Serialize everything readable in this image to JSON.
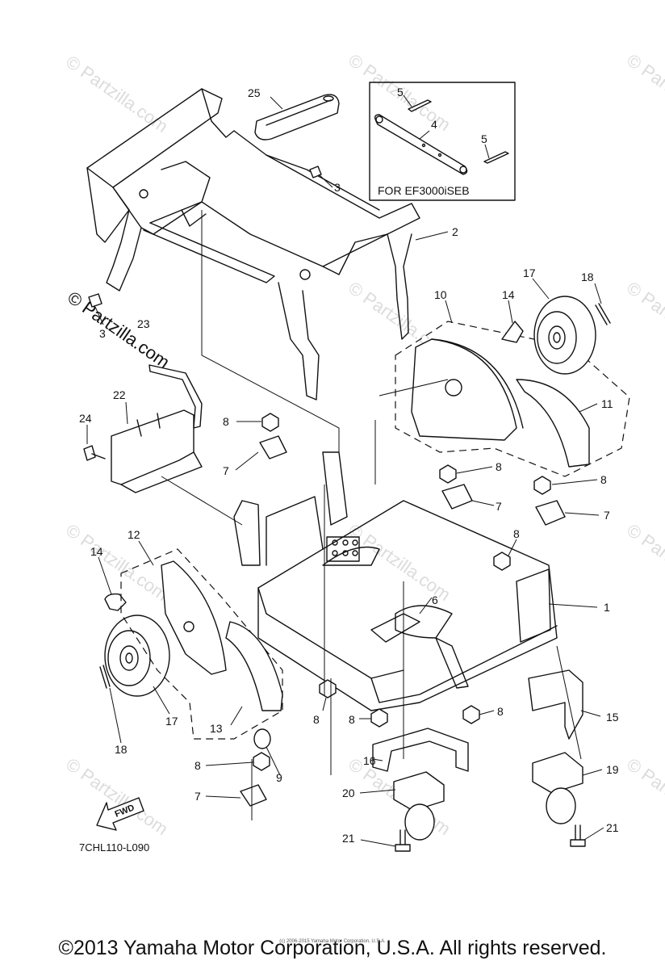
{
  "watermark": "© Partzilla.com",
  "inset_caption": "FOR  EF3000iSEB",
  "direction_label": "FWD",
  "diagram_code": "7CHL110-L090",
  "copyright": "©2013 Yamaha Motor Corporation, U.S.A. All rights reserved.",
  "small_notice": "(c) 2006-2015 Yamaha Motor Corporation, U.S.A.",
  "callouts": {
    "c1": "1",
    "c2": "2",
    "c3a": "3",
    "c3b": "3",
    "c4": "4",
    "c5a": "5",
    "c5b": "5",
    "c6": "6",
    "c7a": "7",
    "c7b": "7",
    "c7c": "7",
    "c7d": "7",
    "c8a": "8",
    "c8b": "8",
    "c8c": "8",
    "c8d": "8",
    "c8e": "8",
    "c8f": "8",
    "c8g": "8",
    "c8h": "8",
    "c9": "9",
    "c10": "10",
    "c11": "11",
    "c12": "12",
    "c13": "13",
    "c14a": "14",
    "c14b": "14",
    "c15": "15",
    "c16": "16",
    "c17a": "17",
    "c17b": "17",
    "c18a": "18",
    "c18b": "18",
    "c19": "19",
    "c20": "20",
    "c21a": "21",
    "c21b": "21",
    "c22": "22",
    "c23": "23",
    "c24": "24",
    "c25": "25"
  }
}
